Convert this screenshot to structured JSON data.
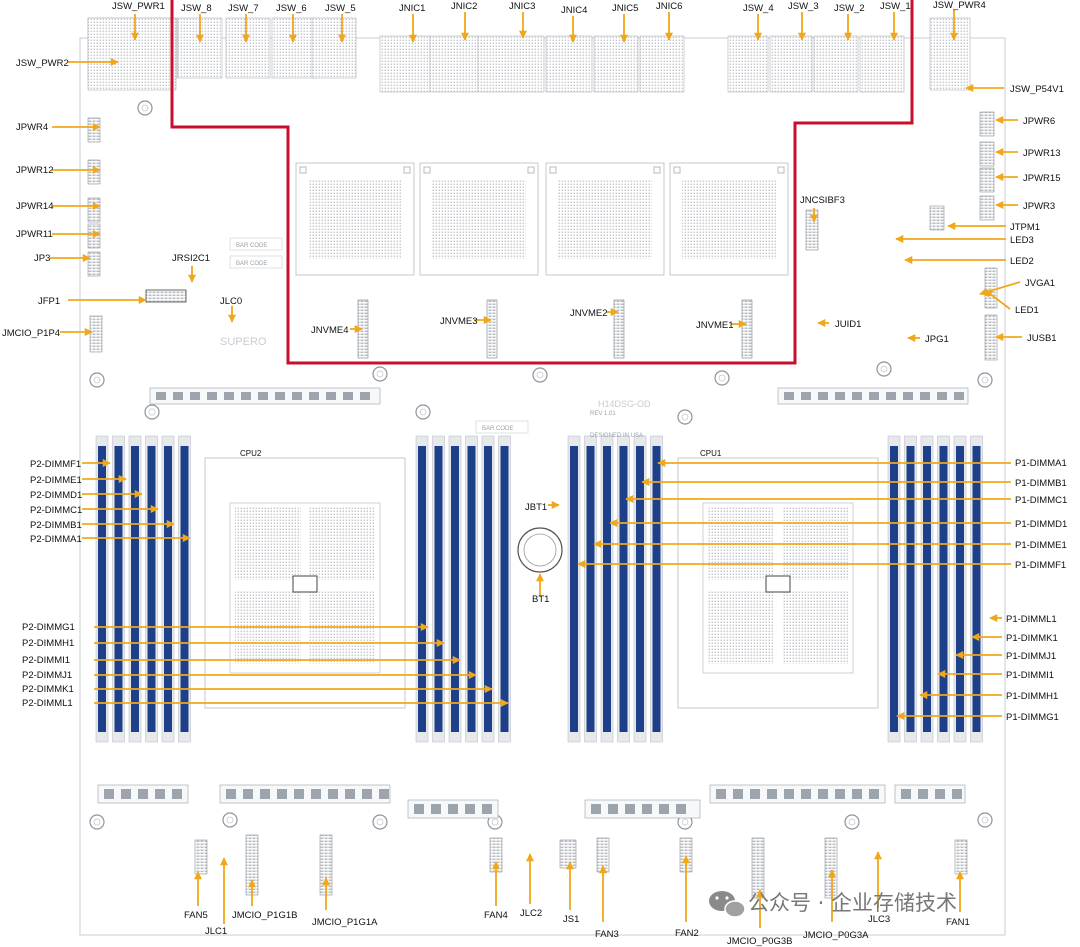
{
  "colors": {
    "board_outline": "#c9ced4",
    "callout": "#f0a81a",
    "highlight_box": "#c8102e",
    "dimm_slot": "#1e3f8a",
    "text": "#111111"
  },
  "board": {
    "model": "H14DSG-OD",
    "revision": "REV 1.01",
    "designed_in": "DESIGNED IN USA",
    "brand_logo": "SUPERO",
    "cpu_silk": [
      "CPU2",
      "CPU1"
    ],
    "bar_code_silk": [
      "BAR CODE",
      "BAR CODE",
      "BAR CODE"
    ]
  },
  "labels": {
    "top": [
      "JSW_PWR1",
      "JSW_8",
      "JSW_7",
      "JSW_6",
      "JSW_5",
      "JNIC1",
      "JNIC2",
      "JNIC3",
      "JNIC4",
      "JNIC5",
      "JNIC6",
      "JSW_4",
      "JSW_3",
      "JSW_2",
      "JSW_1",
      "JSW_PWR4"
    ],
    "left": [
      "JSW_PWR2",
      "JPWR4",
      "JPWR12",
      "JPWR14",
      "JPWR11",
      "JP3",
      "JFP1",
      "JMCIO_P1P4"
    ],
    "right": [
      "JSW_P54V1",
      "JPWR6",
      "JPWR13",
      "JPWR15",
      "JPWR3",
      "JTPM1",
      "LED3",
      "LED2",
      "JVGA1",
      "LED1",
      "JUSB1",
      "JPG1"
    ],
    "middle": [
      "JNCSIBF3",
      "JRSI2C1",
      "JLC0",
      "JNVME4",
      "JNVME3",
      "JNVME2",
      "JNVME1",
      "JUID1",
      "JBT1",
      "BT1"
    ],
    "dimm_p2_upper": [
      "P2-DIMMF1",
      "P2-DIMME1",
      "P2-DIMMD1",
      "P2-DIMMC1",
      "P2-DIMMB1",
      "P2-DIMMA1"
    ],
    "dimm_p2_lower": [
      "P2-DIMMG1",
      "P2-DIMMH1",
      "P2-DIMMI1",
      "P2-DIMMJ1",
      "P2-DIMMK1",
      "P2-DIMML1"
    ],
    "dimm_p1_upper": [
      "P1-DIMMA1",
      "P1-DIMMB1",
      "P1-DIMMC1",
      "P1-DIMMD1",
      "P1-DIMME1",
      "P1-DIMMF1"
    ],
    "dimm_p1_lower": [
      "P1-DIMML1",
      "P1-DIMMK1",
      "P1-DIMMJ1",
      "P1-DIMMI1",
      "P1-DIMMH1",
      "P1-DIMMG1"
    ],
    "bottom": [
      "FAN5",
      "JLC1",
      "JMCIO_P1G1B",
      "JMCIO_P1G1A",
      "FAN4",
      "JLC2",
      "JS1",
      "FAN3",
      "FAN2",
      "JMCIO_P0G3B",
      "JMCIO_P0G3A",
      "JLC3",
      "FAN1"
    ]
  },
  "watermark": {
    "text": "公众号 · 企业存储技术",
    "icon": "wechat-icon"
  }
}
